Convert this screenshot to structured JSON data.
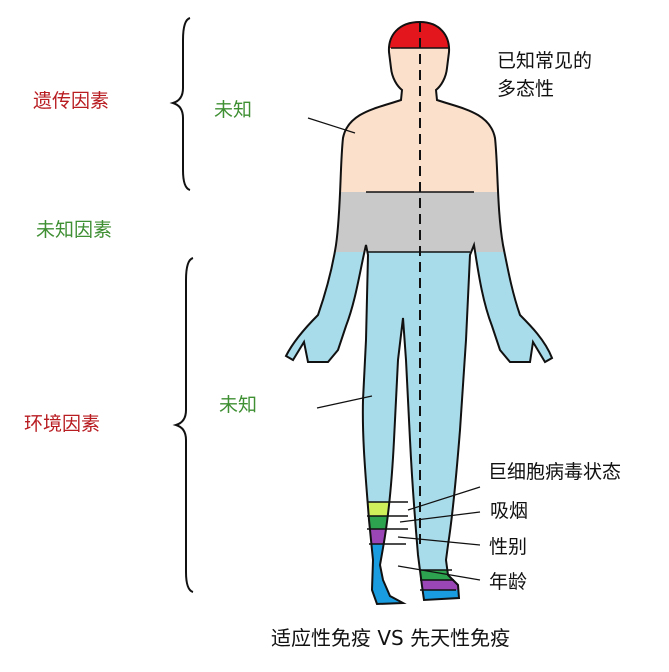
{
  "category_labels": {
    "genetic": "遗传因素",
    "unknown": "未知因素",
    "environmental": "环境因素"
  },
  "body_labels": {
    "unknown_upper": "未知",
    "unknown_lower": "未知",
    "known_polymorphisms_line1": "已知常见的",
    "known_polymorphisms_line2": "多态性",
    "cmv": "巨细胞病毒状态",
    "smoking": "吸烟",
    "sex": "性别",
    "age": "年龄"
  },
  "caption": "适应性免疫 VS 先天性免疫",
  "colors": {
    "skin": "#fbe0cc",
    "outline": "#111111",
    "genetic_known": "#e4161d",
    "unknown_band": "#c9c9c9",
    "environmental": "#a9dcea",
    "cmv": "#cff05a",
    "smoking": "#2ea34f",
    "sex": "#9b46b6",
    "age": "#199de0",
    "red_text": "#b81d22",
    "green_text": "#3f8f33"
  }
}
